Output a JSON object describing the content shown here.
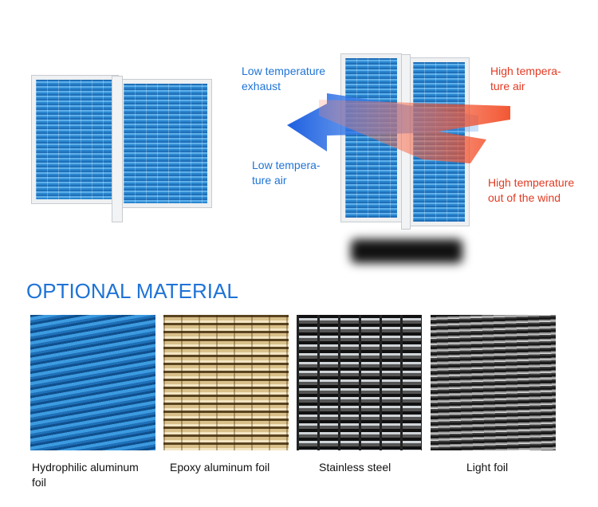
{
  "diagram": {
    "label_low_exhaust": "Low temperature\nexhaust",
    "label_high_air": "High tempera-\nture air",
    "label_low_air": "Low tempera-\nture air",
    "label_high_out": "High temperature\nout of the wind"
  },
  "section": {
    "title": "OPTIONAL MATERIAL",
    "materials": [
      {
        "label": "Hydrophilic aluminum\nfoil"
      },
      {
        "label": "Epoxy aluminum foil"
      },
      {
        "label": "Stainless steel"
      },
      {
        "label": "Light foil"
      }
    ]
  },
  "colors": {
    "accent_blue": "#1f73d6",
    "accent_red": "#e23a22"
  }
}
